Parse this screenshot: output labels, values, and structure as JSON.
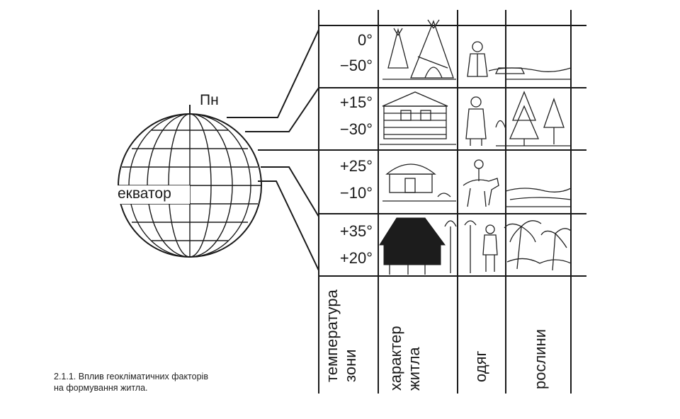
{
  "globe": {
    "north_label": "Пн",
    "equator_label": "екватор"
  },
  "zones": [
    {
      "upper_temp": "0°",
      "lower_temp": "−50°",
      "dwelling": "tent-icon",
      "clothing": "fur-clothing-icon",
      "plants": "tundra-icon"
    },
    {
      "upper_temp": "+15°",
      "lower_temp": "−30°",
      "dwelling": "log-house-icon",
      "clothing": "coat-clothing-icon",
      "plants": "forest-icon"
    },
    {
      "upper_temp": "+25°",
      "lower_temp": "−10°",
      "dwelling": "yurt-icon",
      "clothing": "rider-clothing-icon",
      "plants": "steppe-icon"
    },
    {
      "upper_temp": "+35°",
      "lower_temp": "+20°",
      "dwelling": "hut-icon",
      "clothing": "light-clothing-icon",
      "plants": "jungle-icon"
    }
  ],
  "columns": [
    {
      "line1": "температура",
      "line2": "зони"
    },
    {
      "line1": "характер",
      "line2": "житла"
    },
    {
      "line1": "одяг",
      "line2": ""
    },
    {
      "line1": "рослини",
      "line2": ""
    }
  ],
  "caption": {
    "line1": "2.1.1. Вплив геокліматичних факторів",
    "line2": "на формування житла."
  }
}
